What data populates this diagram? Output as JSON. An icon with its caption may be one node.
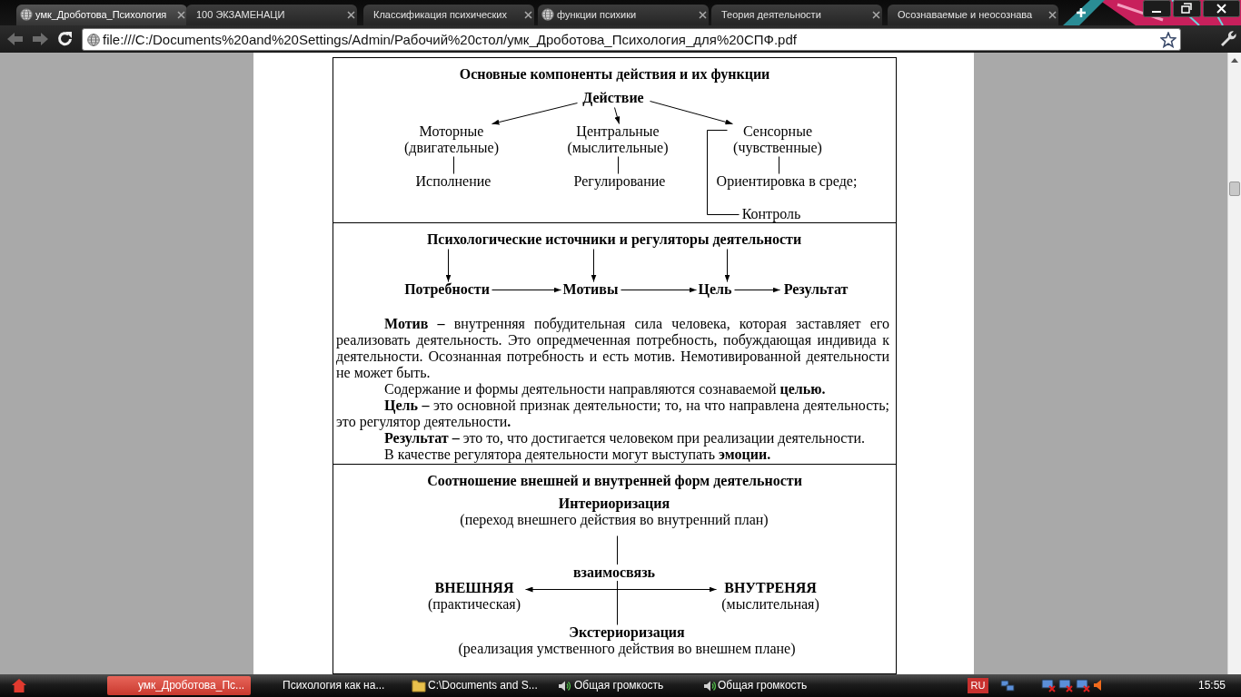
{
  "diagram": {
    "nodes": [
      {
        "text": [
          "Основные компоненты действия и их функции"
        ]
      },
      {
        "text": [
          "Действие"
        ],
        "in": 0
      },
      {
        "text": [
          "Моторные (двигательные)"
        ],
        "in": 0
      },
      {
        "text": [
          "Центральные (мыслительные)"
        ],
        "in": 0
      },
      {
        "text": [
          "Сенсорные (чувственные)"
        ],
        "in": 0
      },
      {
        "text": [
          "Исполнение"
        ],
        "in": 0
      },
      {
        "text": [
          "Регулирование"
        ],
        "in": 0
      },
      {
        "text": [
          "Ориентировка в среде;"
        ],
        "in": 0
      },
      {
        "text": [
          "Контроль"
        ],
        "in": 0
      },
      {
        "text": [
          "**Мотив –** внутренняя побудительная сила человека, которая заставляет его реализовать деятельность. Это опредмеченная потребность, побуждающая индивида к деятельности. Осознанная потребность и есть мотив. Немотивированной деятельности не может быть.",
          "Содержание и формы деятельности направляются сознаваемой **целью.**",
          "**Цель –** это основной признак деятельности; то, на что направлена деятельность; это регулятор деятельности**.**",
          "**Результат –** это то, что достигается человеком при реализации деятельности.",
          "В качестве регулятора деятельности могут выступать **эмоции.**"
        ]
      },
      {
        "text": [
          "Психологические источники и регуляторы деятельности"
        ],
        "in": 9
      },
      {
        "text": [
          "Потребности"
        ],
        "in": 9
      },
      {
        "text": [
          "Мотивы"
        ],
        "in": 9
      },
      {
        "text": [
          "Цель"
        ],
        "in": 9
      },
      {
        "text": [
          "Результат"
        ],
        "in": 9
      },
      {
        "text": [
          "Соотношение внешней и внутренней форм деятельности"
        ]
      },
      {
        "text": [
          "Интериоризация",
          "(переход внешнего действия во внутренний план)"
        ],
        "in": 15
      },
      {
        "text": [
          "ВНЕШНЯЯ",
          "(практическая)"
        ],
        "in": 15
      },
      {
        "text": [
          "ВНУТРЕНЯЯ",
          "(мыслительная)"
        ],
        "in": 15
      },
      {
        "text": [
          "Экстериоризация",
          "(реализация умственного действия во внешнем плане)"
        ],
        "in": 15
      }
    ],
    "edges": [
      {
        "from": 1,
        "to": 2,
        "arrow": "to"
      },
      {
        "from": 1,
        "to": 3,
        "arrow": "to"
      },
      {
        "from": 1,
        "to": 4,
        "arrow": "to"
      },
      {
        "from": 2,
        "to": 5,
        "arrow": "none"
      },
      {
        "from": 3,
        "to": 6,
        "arrow": "none"
      },
      {
        "from": 4,
        "to": 7,
        "arrow": "none"
      },
      {
        "from": 4,
        "to": 8,
        "arrow": "none"
      },
      {
        "from": 10,
        "to": 11,
        "arrow": "to"
      },
      {
        "from": 10,
        "to": 12,
        "arrow": "to"
      },
      {
        "from": 10,
        "to": 13,
        "arrow": "to"
      },
      {
        "from": 11,
        "to": 12,
        "arrow": "to"
      },
      {
        "from": 12,
        "to": 13,
        "arrow": "to"
      },
      {
        "from": 13,
        "to": 14,
        "arrow": "to"
      },
      {
        "from": 16,
        "to": 19,
        "arrow": "none"
      },
      {
        "from": 17,
        "to": 18,
        "arrow": "both",
        "label": "взаимосвязь"
      }
    ],
    "labels": [
      "умк_Дроботова_Психология",
      "100 ЭКЗАМЕНАЦИ",
      "Классификация психических",
      "функции психики",
      "Теория деятельности",
      "Осознаваемые и неосознава",
      "file:///C:/Documents%20and%20Settings/Admin/Рабочий%20стол/умк_Дроботова_Психология_для%20СПФ.pdf",
      "умк_Дроботова_Пс...",
      "Психология как на...",
      "C:\\Documents and S...",
      "Общая громкость",
      "Общая громкость",
      "RU",
      "15:55"
    ]
  }
}
